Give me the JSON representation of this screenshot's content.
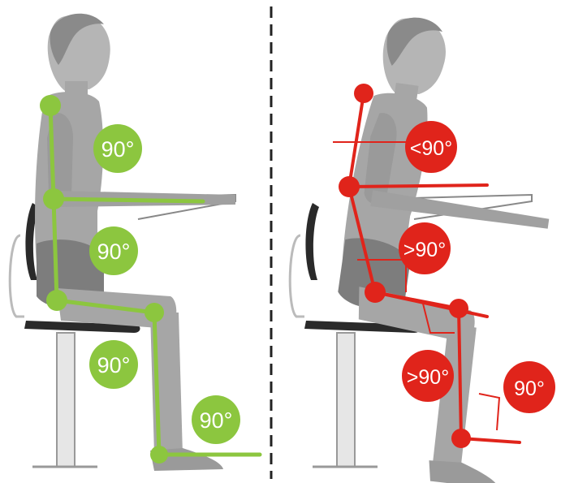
{
  "colors": {
    "good": "#8cc63f",
    "bad": "#e0241b",
    "body": "#a6a6a6",
    "body_dark": "#7d7d7d",
    "chair": "#2a2a2a"
  },
  "panels": {
    "correct": {
      "badges": [
        {
          "label": "90°"
        },
        {
          "label": "90°"
        },
        {
          "label": "90°"
        },
        {
          "label": "90°"
        }
      ]
    },
    "incorrect": {
      "badges": [
        {
          "label": "<90°"
        },
        {
          "label": ">90°"
        },
        {
          "label": ">90°"
        },
        {
          "label": "90°"
        }
      ]
    }
  }
}
